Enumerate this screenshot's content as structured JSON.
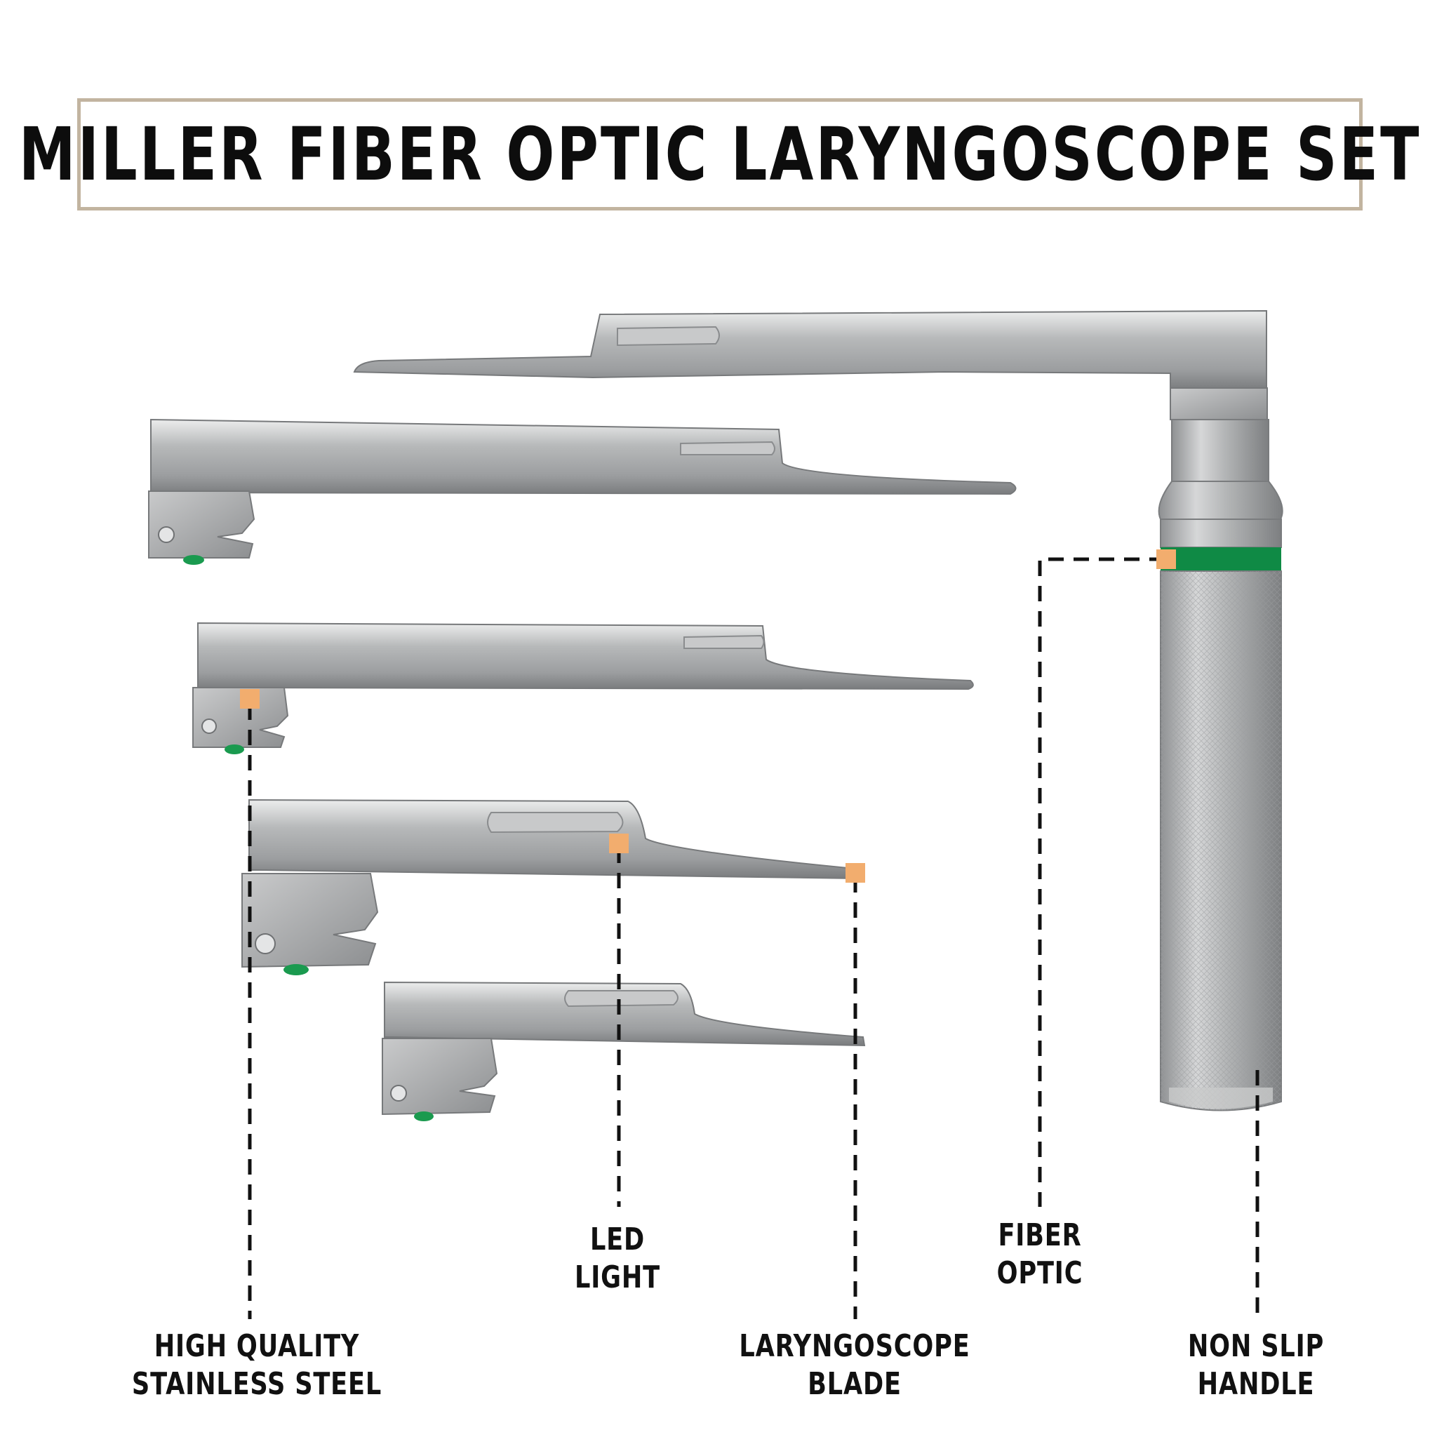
{
  "title": "MILLER FIBER OPTIC LARYNGOSCOPE SET",
  "colors": {
    "title_border": "#c2b4a0",
    "steel": "#a3a5a7",
    "steel_dark": "#7d7f81",
    "steel_light": "#d4d5d6",
    "handle_band": "#0f8a45",
    "marker": "#f2ad6e",
    "leader_line": "#111111"
  },
  "components": {
    "handle": "knurled-handle",
    "blades": [
      "miller-blade-size-4",
      "miller-blade-size-3",
      "miller-blade-size-2",
      "miller-blade-size-1",
      "miller-blade-size-0"
    ]
  },
  "callouts": [
    {
      "id": "steel",
      "lines": [
        "HIGH QUALITY",
        "STAINLESS STEEL"
      ]
    },
    {
      "id": "led",
      "lines": [
        "LED",
        "LIGHT"
      ]
    },
    {
      "id": "blade",
      "lines": [
        "LARYNGOSCOPE",
        "BLADE"
      ]
    },
    {
      "id": "fiber",
      "lines": [
        "FIBER",
        "OPTIC"
      ]
    },
    {
      "id": "handle",
      "lines": [
        "NON SLIP",
        "HANDLE"
      ]
    }
  ]
}
